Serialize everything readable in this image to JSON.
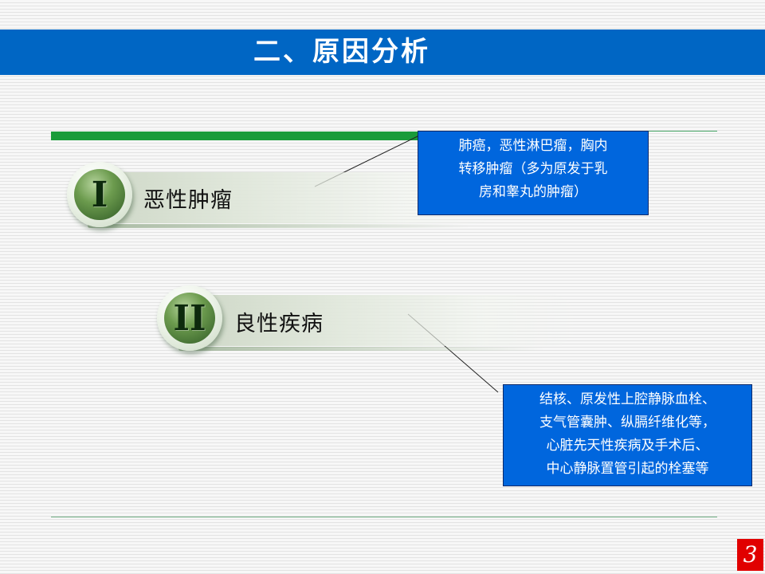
{
  "header": {
    "title": "二、原因分析"
  },
  "items": [
    {
      "numeral": "I",
      "label": "恶性肿瘤",
      "callout": [
        "肺癌，恶性淋巴瘤，胸内",
        "转移肿瘤（多为原发于乳",
        "房和睾丸的肿瘤）"
      ]
    },
    {
      "numeral": "II",
      "label": "良性疾病",
      "callout": [
        "结核、原发性上腔静脉血栓、",
        "支气管囊肿、纵膈纤维化等，",
        "心脏先天性疾病及手术后、",
        "中心静脉置管引起的栓塞等"
      ]
    }
  ],
  "page_number": "3",
  "colors": {
    "header_bg": "#0066c4",
    "callout_bg": "#0066dd",
    "accent_green": "#1a9b3a",
    "page_badge": "#e10000"
  }
}
